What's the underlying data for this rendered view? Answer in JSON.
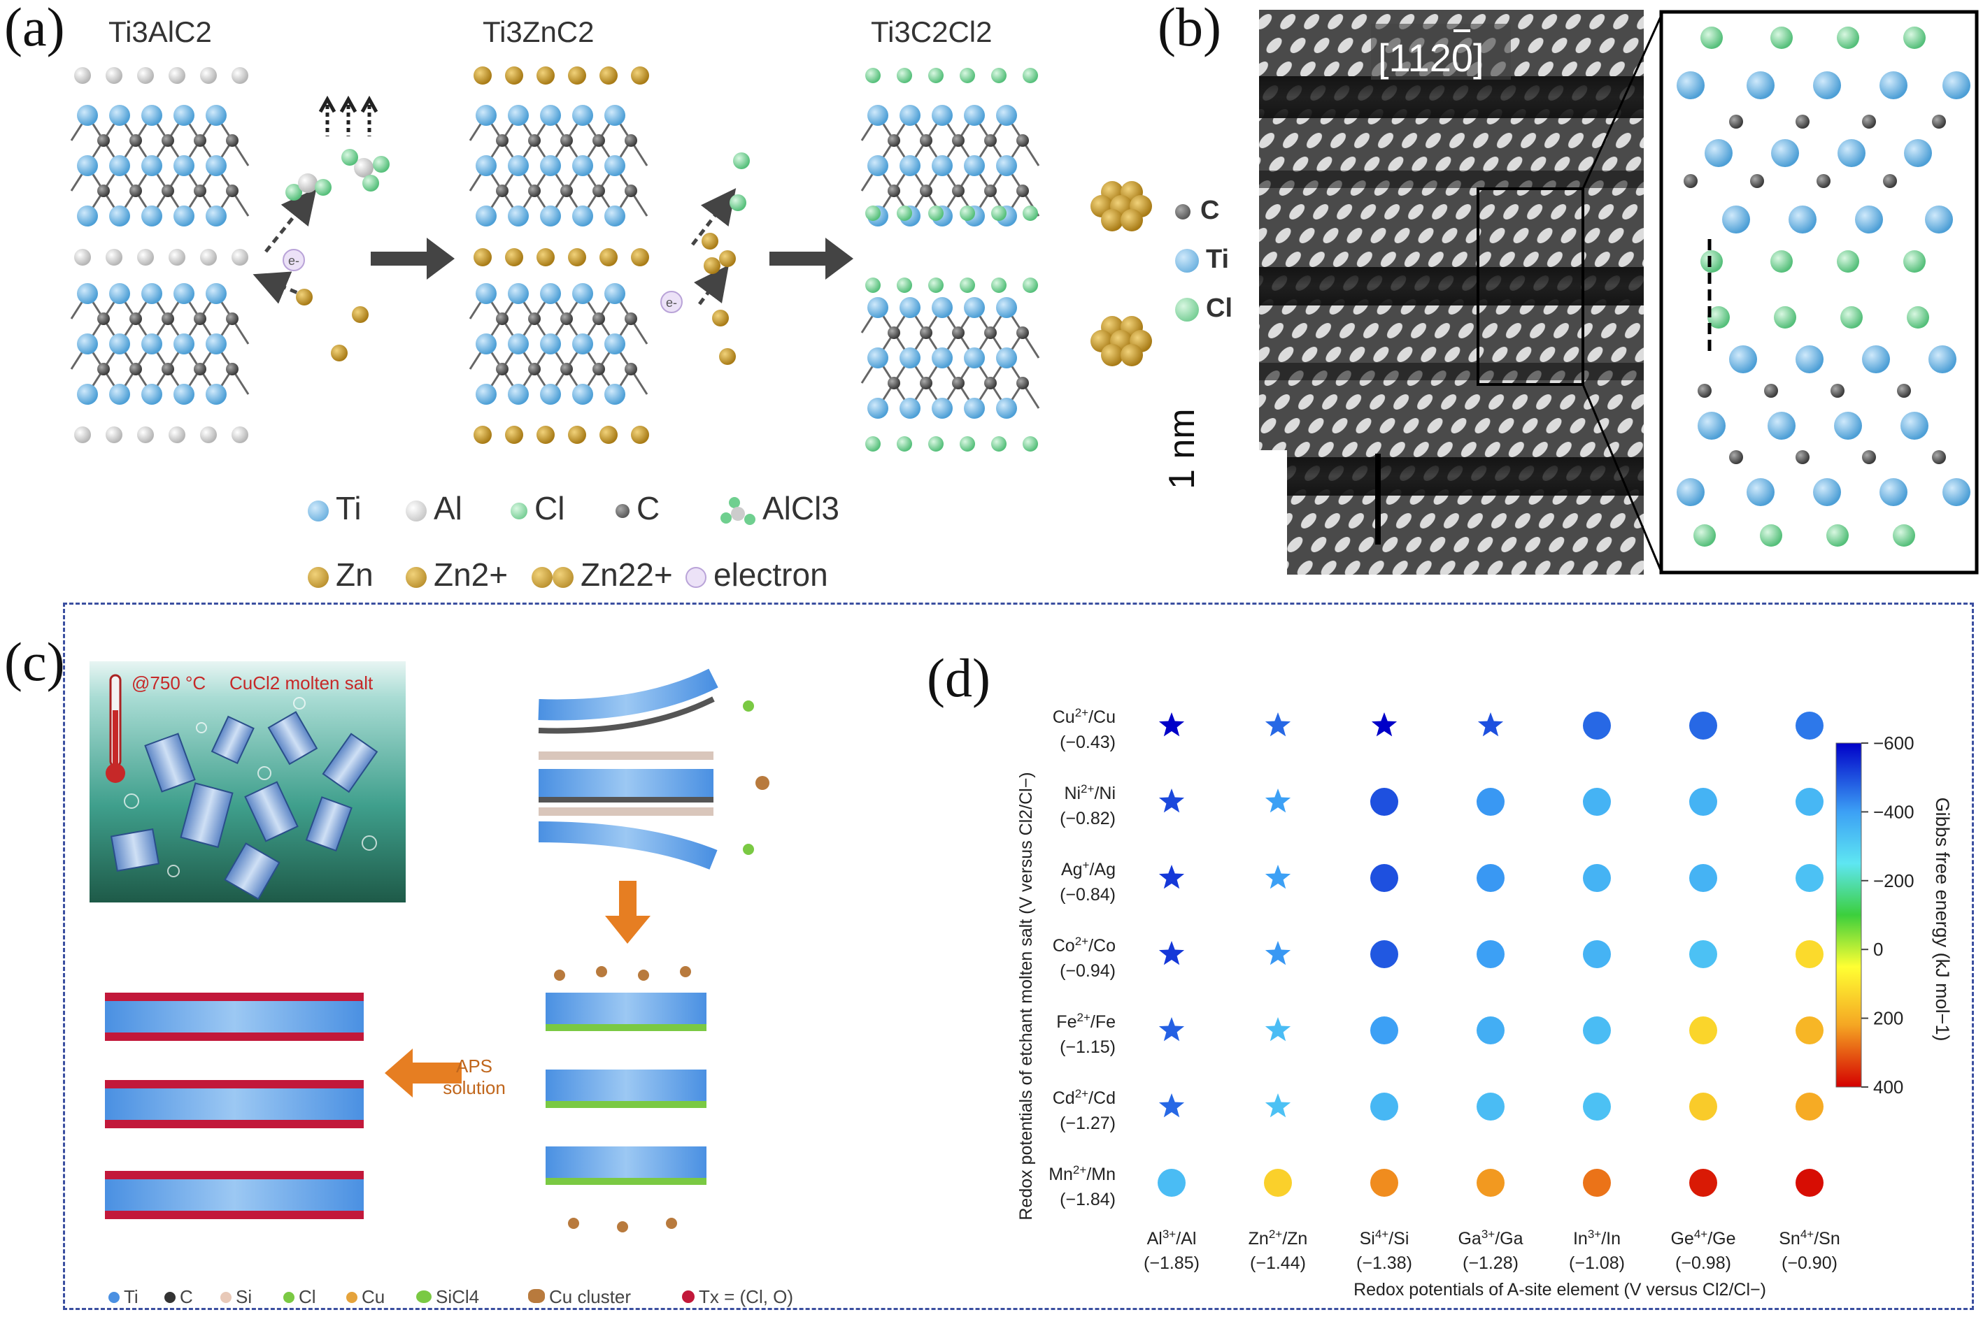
{
  "panel_a": {
    "letter": "(a)",
    "stage_labels": [
      "Ti3AlC2",
      "Ti3ZnC2",
      "Ti3C2Cl2"
    ],
    "electron_tag": "e-",
    "legend_row1": [
      {
        "name": "Ti",
        "color": "#6db3e0"
      },
      {
        "name": "Al",
        "color": "#cccccc"
      },
      {
        "name": "Cl",
        "color": "#6fcf8f"
      },
      {
        "name": "C",
        "color": "#555555"
      },
      {
        "name": "AlCl3",
        "color": "#cccccc"
      }
    ],
    "legend_row2": [
      {
        "name": "Zn",
        "color": "#c09a2e"
      },
      {
        "name": "Zn2+",
        "color": "#c09a2e"
      },
      {
        "name": "Zn22+",
        "color": "#c09a2e"
      },
      {
        "name": "electron",
        "color": "#d9c4ee"
      }
    ]
  },
  "panel_b": {
    "letter": "(b)",
    "zone_axis": "[1120]",
    "scale_bar": "1 nm",
    "legend": [
      {
        "name": "C",
        "color": "#555555"
      },
      {
        "name": "Ti",
        "color": "#6db3e0"
      },
      {
        "name": "Cl",
        "color": "#6fcf8f"
      }
    ]
  },
  "panel_c": {
    "letter": "(c)",
    "temperature": "@750 °C",
    "salt": "CuCl2 molten salt",
    "arrow_label_line1": "APS",
    "arrow_label_line2": "solution",
    "legend": [
      {
        "name": "Ti",
        "color": "#4a90e2"
      },
      {
        "name": "C",
        "color": "#333333"
      },
      {
        "name": "Si",
        "color": "#e8c9b8"
      },
      {
        "name": "Cl",
        "color": "#7ac943"
      },
      {
        "name": "Cu",
        "color": "#e5a33b"
      },
      {
        "name": "SiCl4",
        "color": "#7ac943"
      },
      {
        "name": "Cu cluster",
        "color": "#b87a3d"
      },
      {
        "name": "Tx = (Cl, O)",
        "color": "#c2183a"
      }
    ]
  },
  "panel_d": {
    "letter": "(d)",
    "chart_data": {
      "type": "scatter",
      "xlabel": "Redox potentials of A-site element (V versus Cl2/Cl−)",
      "ylabel": "Redox potentials of etchant molten salt (V versus Cl2/Cl−)",
      "colorbar_label": "Gibbs free energy (kJ mol−1)",
      "colorbar_ticks": [
        "−600",
        "−400",
        "−200",
        "0",
        "200",
        "400"
      ],
      "colorbar_range": [
        -600,
        400
      ],
      "x_categories": [
        {
          "label": "Al3+/Al",
          "value": "(−1.85)"
        },
        {
          "label": "Zn2+/Zn",
          "value": "(−1.44)"
        },
        {
          "label": "Si4+/Si",
          "value": "(−1.38)"
        },
        {
          "label": "Ga3+/Ga",
          "value": "(−1.28)"
        },
        {
          "label": "In3+/In",
          "value": "(−1.08)"
        },
        {
          "label": "Ge4+/Ge",
          "value": "(−0.98)"
        },
        {
          "label": "Sn4+/Sn",
          "value": "(−0.90)"
        }
      ],
      "y_categories": [
        {
          "label": "Cu2+/Cu",
          "value": "(−0.43)"
        },
        {
          "label": "Ni2+/Ni",
          "value": "(−0.82)"
        },
        {
          "label": "Ag+/Ag",
          "value": "(−0.84)"
        },
        {
          "label": "Co2+/Co",
          "value": "(−0.94)"
        },
        {
          "label": "Fe2+/Fe",
          "value": "(−1.15)"
        },
        {
          "label": "Cd2+/Cd",
          "value": "(−1.27)"
        },
        {
          "label": "Mn2+/Mn",
          "value": "(−1.84)"
        }
      ],
      "gibbs_values": [
        [
          -600,
          -470,
          -600,
          -500,
          -470,
          -470,
          -450
        ],
        [
          -510,
          -400,
          -500,
          -410,
          -360,
          -360,
          -350
        ],
        [
          -530,
          -400,
          -500,
          -410,
          -360,
          -360,
          -330
        ],
        [
          -530,
          -410,
          -490,
          -400,
          -360,
          -330,
          170
        ],
        [
          -480,
          -340,
          -400,
          -370,
          -340,
          180,
          240
        ],
        [
          -470,
          -330,
          -350,
          -340,
          -330,
          200,
          260
        ],
        [
          -340,
          190,
          290,
          280,
          310,
          380,
          390
        ]
      ],
      "marker_types": [
        [
          "star",
          "star",
          "star",
          "star",
          "circle",
          "circle",
          "circle"
        ],
        [
          "star",
          "star",
          "circle",
          "circle",
          "circle",
          "circle",
          "circle"
        ],
        [
          "star",
          "star",
          "circle",
          "circle",
          "circle",
          "circle",
          "circle"
        ],
        [
          "star",
          "star",
          "circle",
          "circle",
          "circle",
          "circle",
          "circle"
        ],
        [
          "star",
          "star",
          "circle",
          "circle",
          "circle",
          "circle",
          "circle"
        ],
        [
          "star",
          "star",
          "circle",
          "circle",
          "circle",
          "circle",
          "circle"
        ],
        [
          "circle",
          "circle",
          "circle",
          "circle",
          "circle",
          "circle",
          "circle"
        ]
      ]
    }
  }
}
